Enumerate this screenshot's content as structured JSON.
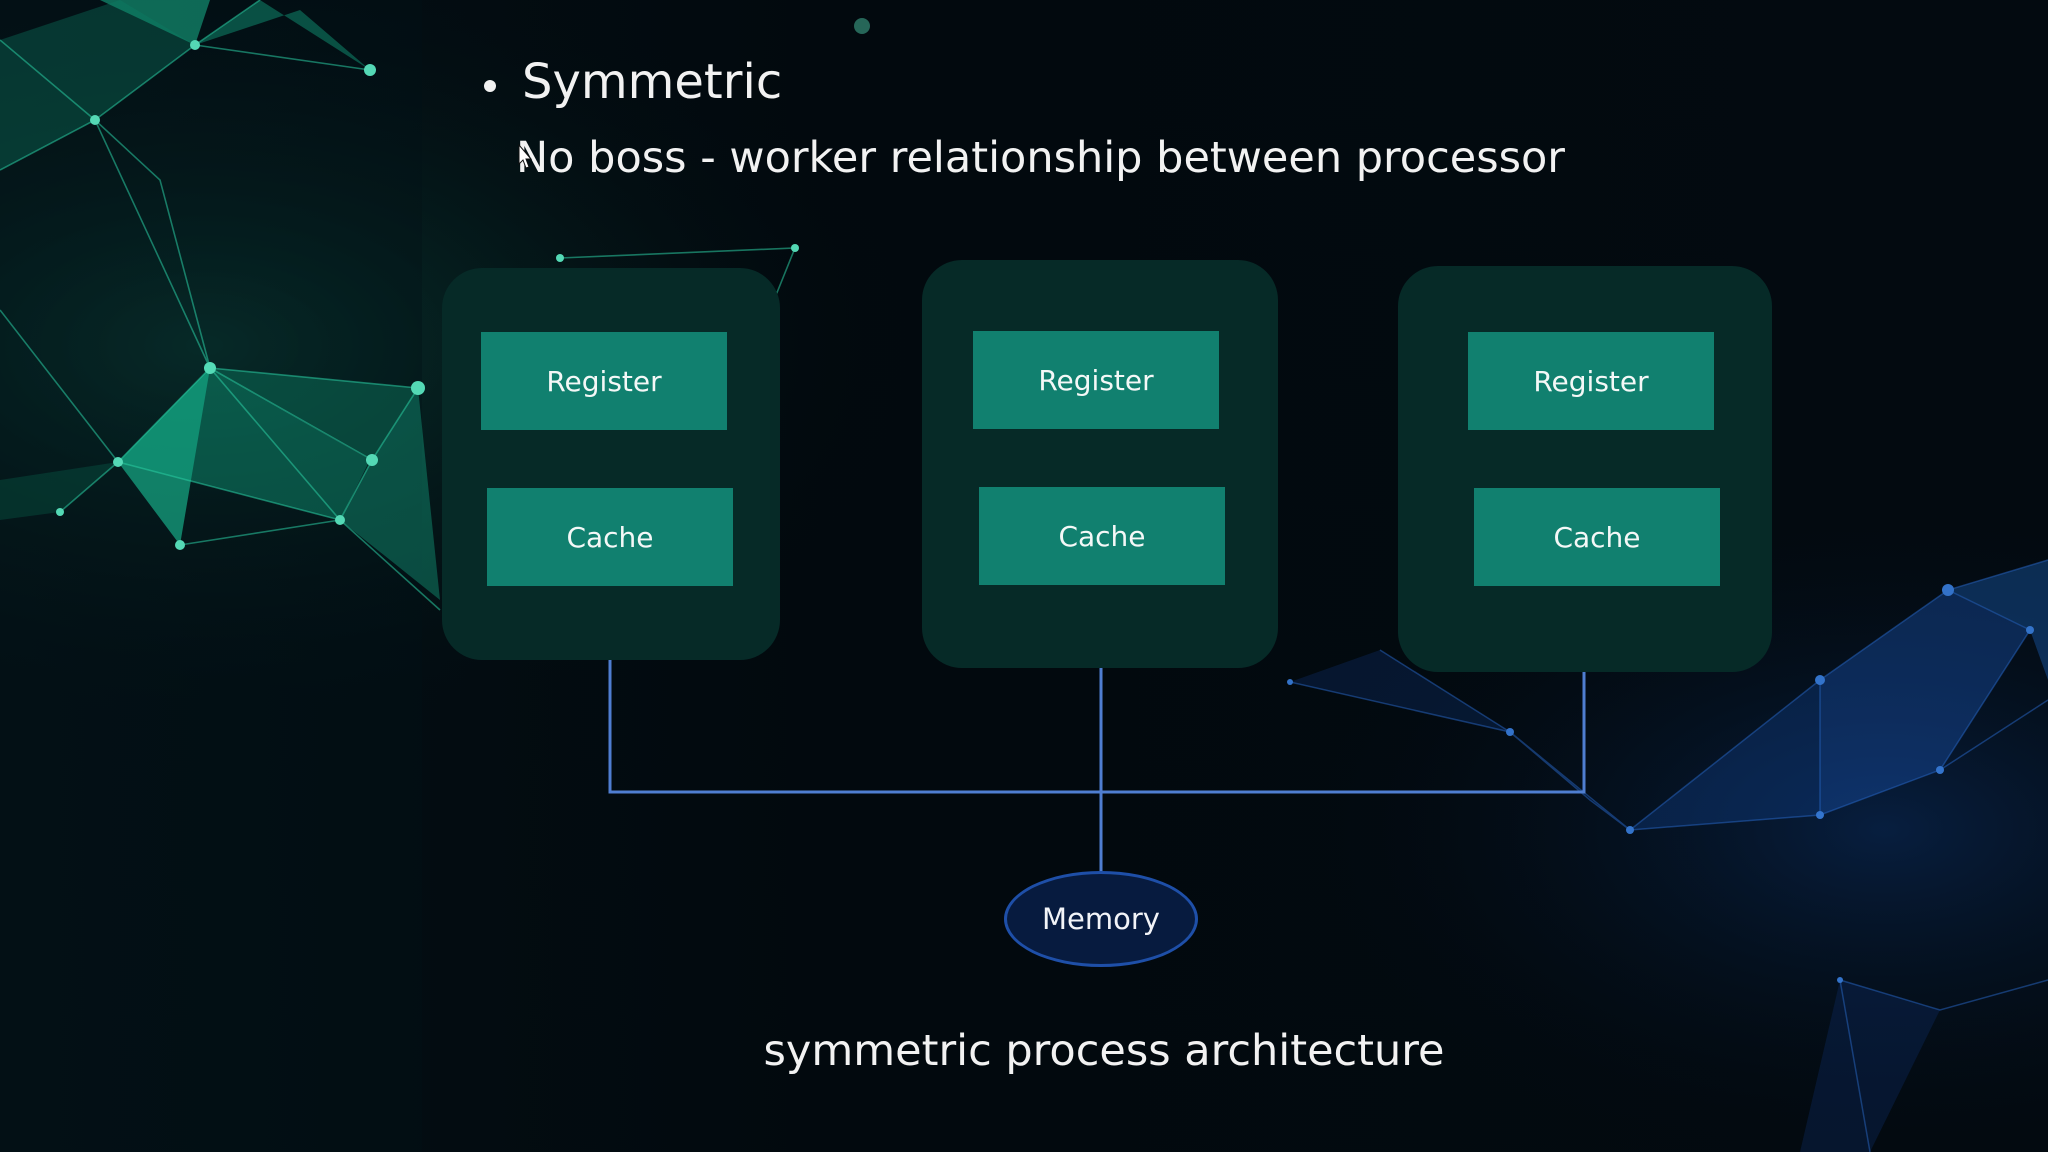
{
  "slide": {
    "bullet_title": "Symmetric",
    "bullet_subtitle": "No boss - worker relationship between processor",
    "caption": "symmetric process architecture"
  },
  "diagram": {
    "processors": [
      {
        "register_label": "Register",
        "cache_label": "Cache"
      },
      {
        "register_label": "Register",
        "cache_label": "Cache"
      },
      {
        "register_label": "Register",
        "cache_label": "Cache"
      }
    ],
    "memory_label": "Memory"
  },
  "colors": {
    "background": "#030c12",
    "processor_fill": "#062a27",
    "block_fill": "#11806f",
    "wire": "#4f7ed1",
    "memory_fill": "#071b3f",
    "memory_border": "#1e4fa8",
    "network_green": "#1ed8a8",
    "network_blue": "#1f64c9"
  }
}
